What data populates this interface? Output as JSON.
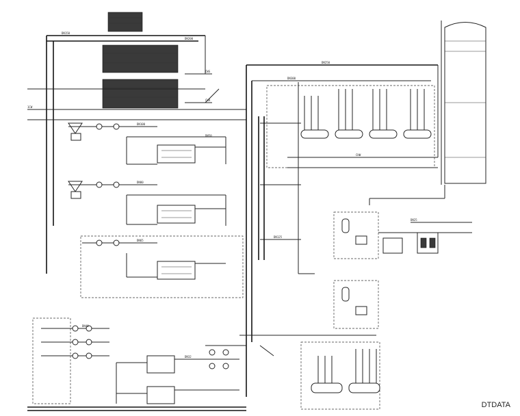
{
  "watermark": "DTDATA",
  "colors": {
    "line": "#222222",
    "background": "#ffffff"
  },
  "labels": [
    {
      "t": "1CW",
      "id": "l1"
    },
    {
      "t": "DN150",
      "id": "l2"
    },
    {
      "t": "DN200",
      "id": "l3"
    },
    {
      "t": "DN250",
      "id": "l4"
    },
    {
      "t": "DN100",
      "id": "l5"
    },
    {
      "t": "DN80",
      "id": "l6"
    },
    {
      "t": "DN65",
      "id": "l7"
    },
    {
      "t": "DN50",
      "id": "l8"
    },
    {
      "t": "DN300",
      "id": "l9"
    },
    {
      "t": "CHW",
      "id": "l10"
    },
    {
      "t": "CWS",
      "id": "l11"
    },
    {
      "t": "CWR",
      "id": "l12"
    },
    {
      "t": "DN125",
      "id": "l13"
    },
    {
      "t": "DN40",
      "id": "l14"
    },
    {
      "t": "DN32",
      "id": "l15"
    },
    {
      "t": "DN25",
      "id": "l16"
    }
  ]
}
